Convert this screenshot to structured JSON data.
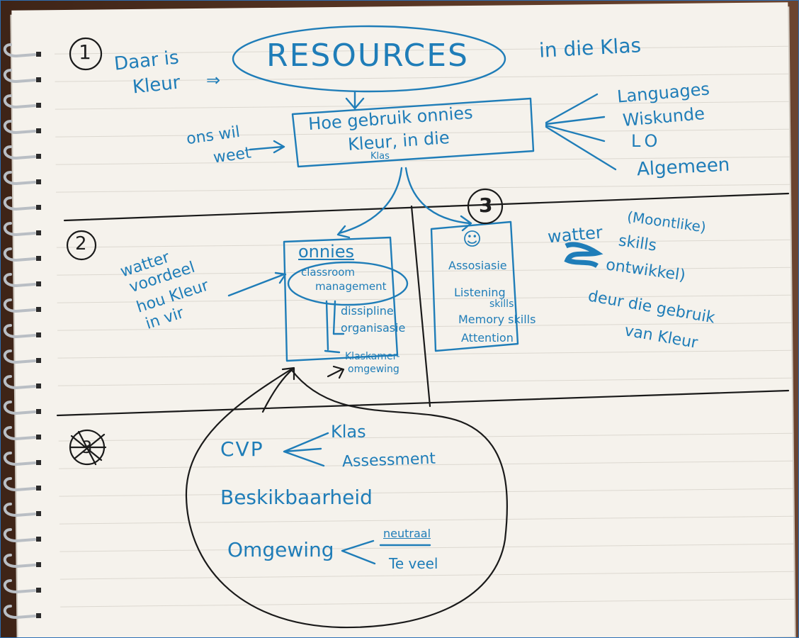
{
  "notes": {
    "section1": {
      "number": "1",
      "daar_is": "Daar is",
      "kleur": "Kleur",
      "arrow": "⇒",
      "resources": "RESOURCES",
      "in_die_klas": "in die Klas",
      "box_line1": "Hoe gebruik onnies",
      "box_line2": "Kleur, in die",
      "box_line3": "Klas",
      "ons_wil": "ons wil",
      "weet": "weet",
      "subjects": [
        "Languages",
        "Wiskunde",
        "LO",
        "Algemeen"
      ]
    },
    "section2": {
      "number": "2",
      "question_lines": [
        "watter",
        "voordeel",
        "hou Kleur",
        "in vir"
      ],
      "box_title": "onnies",
      "classroom": "classroom",
      "management": "management",
      "discipline": "dissipline",
      "organisasie": "organisasie",
      "klaskamer": "Klaskamer-",
      "omgewing": "omgewing"
    },
    "section3": {
      "number": "3",
      "smiley": "☺",
      "items": [
        "Assosiasie",
        "Listening",
        "skills",
        "Memory skills",
        "Attention"
      ],
      "watter": "watter",
      "moontlike": "(Moontlike)",
      "skills": "skills",
      "ontwikkel": "ontwikkel)",
      "deur_die": "deur die gebruik",
      "van_kleur": "van Kleur"
    },
    "section4": {
      "number": "3",
      "cvp": "CVP",
      "klas": "Klas",
      "assessment": "Assessment",
      "beskikbaarheid": "Beskikbaarheid",
      "omgewing": "Omgewing",
      "neutraal": "neutraal",
      "te_veel": "Te veel"
    }
  }
}
